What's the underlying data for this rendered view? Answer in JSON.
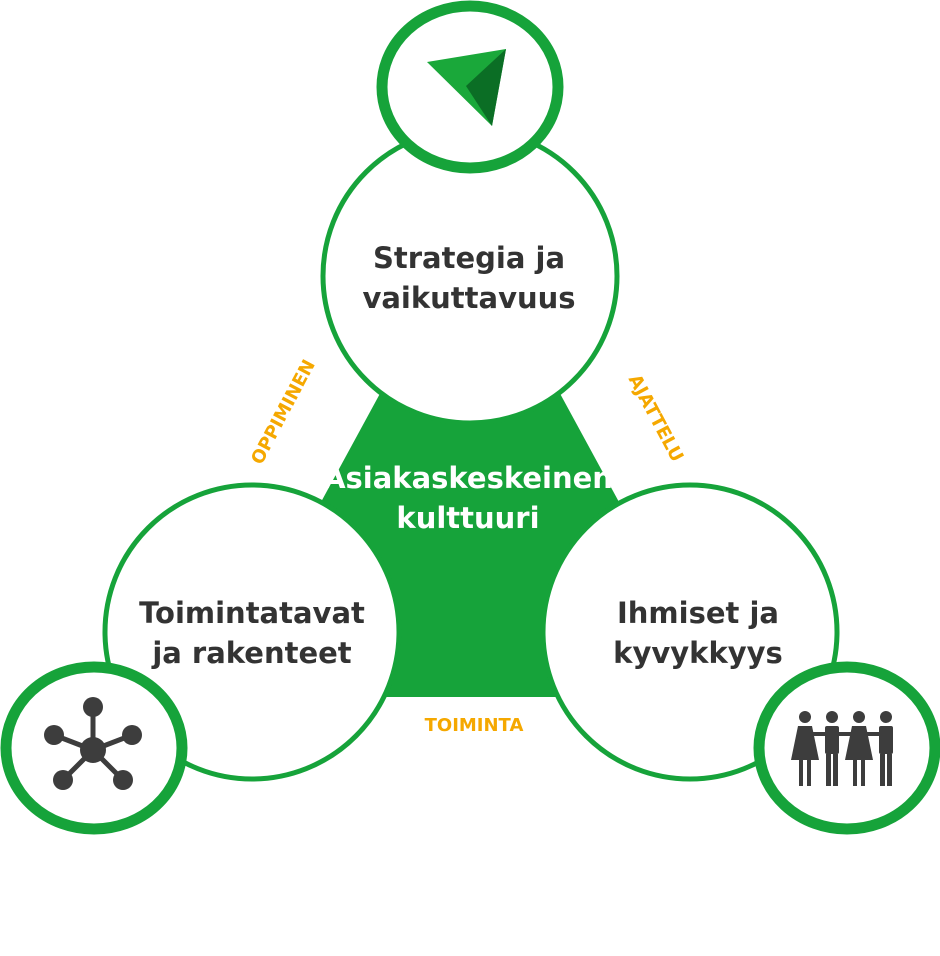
{
  "colors": {
    "green": "#16a33a",
    "orange": "#f5a800",
    "dark_text": "#333333",
    "icon_gray": "#3d3d3d"
  },
  "center": {
    "line1": "Asiakaskeskeinen",
    "line2": "kulttuuri"
  },
  "nodes": {
    "top": {
      "line1": "Strategia ja",
      "line2": "vaikuttavuus",
      "icon": "arrow-pointer-icon"
    },
    "left": {
      "line1": "Toimintatavat",
      "line2": "ja rakenteet",
      "icon": "network-hub-icon"
    },
    "right": {
      "line1": "Ihmiset ja",
      "line2": "kyvykkyys",
      "icon": "people-group-icon"
    }
  },
  "edges": {
    "left": "OPPIMINEN",
    "right": "AJATTELU",
    "bottom": "TOIMINTA"
  }
}
